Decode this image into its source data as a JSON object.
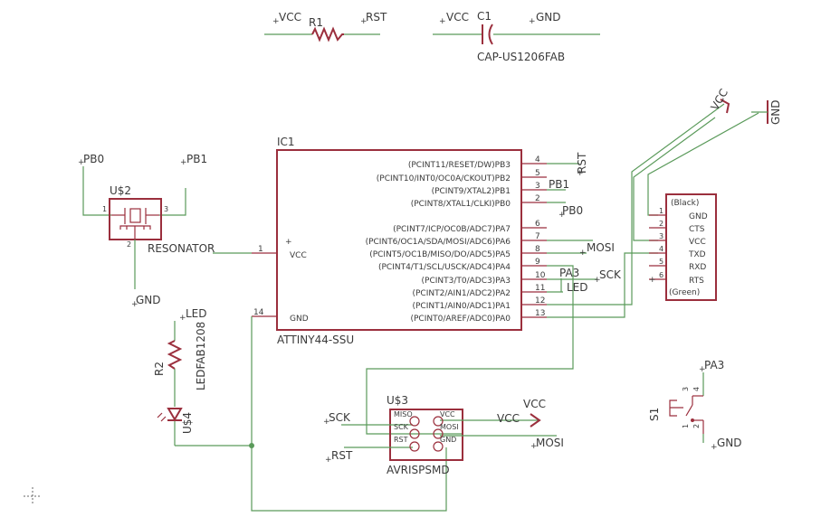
{
  "labels": {
    "r1_vcc": "VCC",
    "r1_name": "R1",
    "r1_rst": "RST",
    "c1_vcc": "VCC",
    "c1_name": "C1",
    "c1_gnd": "GND",
    "c1_value": "CAP-US1206FAB",
    "ic_name": "IC1",
    "ic_value": "ATTINY44-SSU",
    "ic_vcc": "VCC",
    "ic_gnd": "GND",
    "pb0_top": "PB0",
    "pb1_top": "PB1",
    "res_name": "U$2",
    "res_value": "RESONATOR",
    "res_gnd": "GND",
    "led_net": "LED",
    "r2_name": "R2",
    "led_name": "U$4",
    "led_value": "LEDFAB1208",
    "net_rst": "RST",
    "net_pb1": "PB1",
    "net_pb0": "PB0",
    "net_mosi": "MOSI",
    "net_pa3": "PA3",
    "net_sck": "SCK",
    "net_led": "LED",
    "ftdi_vcc": "VCC",
    "ftdi_gnd": "GND",
    "ftdi_black": "(Black)",
    "ftdi_green": "(Green)",
    "isp_name": "U$3",
    "isp_value": "AVRISPSMD",
    "isp_sck": "SCK",
    "isp_rst": "RST",
    "isp_vcc": "VCC",
    "isp_mosi": "MOSI",
    "sw_name": "S1",
    "sw_pa3": "PA3",
    "sw_gnd": "GND"
  },
  "ic_pins_right": [
    {
      "num": "4",
      "name": "(PCINT11/RESET/DW)PB3"
    },
    {
      "num": "5",
      "name": "(PCINT10/INT0/OC0A/CKOUT)PB2"
    },
    {
      "num": "3",
      "name": "(PCINT9/XTAL2)PB1"
    },
    {
      "num": "2",
      "name": "(PCINT8/XTAL1/CLKI)PB0"
    },
    {
      "num": "6",
      "name": "(PCINT7/ICP/OC0B/ADC7)PA7"
    },
    {
      "num": "7",
      "name": "(PCINT6/OC1A/SDA/MOSI/ADC6)PA6"
    },
    {
      "num": "8",
      "name": "(PCINT5/OC1B/MISO/DO/ADC5)PA5"
    },
    {
      "num": "9",
      "name": "(PCINT4/T1/SCL/USCK/ADC4)PA4"
    },
    {
      "num": "10",
      "name": "(PCINT3/T0/ADC3)PA3"
    },
    {
      "num": "11",
      "name": "(PCINT2/AIN1/ADC2)PA2"
    },
    {
      "num": "12",
      "name": "(PCINT1/AIN0/ADC1)PA1"
    },
    {
      "num": "13",
      "name": "(PCINT0/AREF/ADC0)PA0"
    }
  ],
  "ic_pin_vcc_num": "1",
  "ic_pin_gnd_num": "14",
  "ftdi_pins": [
    {
      "num": "1",
      "name": "GND"
    },
    {
      "num": "2",
      "name": "CTS"
    },
    {
      "num": "3",
      "name": "VCC"
    },
    {
      "num": "4",
      "name": "TXD"
    },
    {
      "num": "5",
      "name": "RXD"
    },
    {
      "num": "6",
      "name": "RTS"
    }
  ],
  "isp_pins": [
    "MISO",
    "VCC",
    "SCK",
    "MOSI",
    "RST",
    "GND"
  ],
  "res_pins": [
    "1",
    "2",
    "3"
  ],
  "sw_pins": [
    "3",
    "4",
    "1",
    "2"
  ],
  "colors": {
    "net": "#5a9a5a",
    "part": "#9b2f3d",
    "text": "#3a3a3a",
    "background": "#ffffff"
  }
}
